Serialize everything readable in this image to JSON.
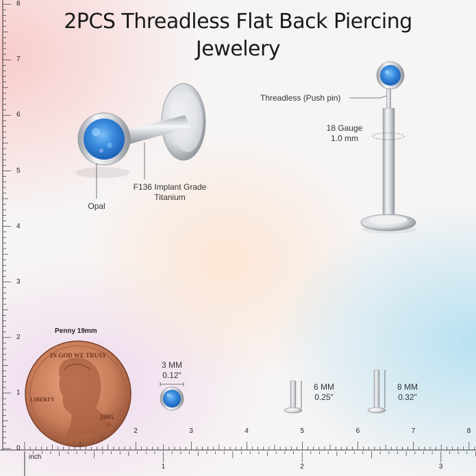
{
  "title_line1": "2PCS Threadless Flat Back Piercing",
  "title_line2": "Jewelery",
  "callouts": {
    "threadless": "Threadless (Push pin)",
    "gauge_line1": "18 Gauge",
    "gauge_line2": "1.0 mm",
    "opal": "Opal",
    "material_line1": "F136 Implant Grade",
    "material_line2": "Titanium"
  },
  "penny": {
    "label": "Penny 19mm",
    "motto": "IN GOD WE TRUST",
    "liberty": "LIBERTY",
    "year": "2005",
    "mint": "D"
  },
  "sizes": [
    {
      "mm": "3 MM",
      "inch": "0.12\""
    },
    {
      "mm": "6 MM",
      "inch": "0.25\""
    },
    {
      "mm": "8 MM",
      "inch": "0.32\""
    }
  ],
  "rulers": {
    "left_cm": [
      "8",
      "7",
      "6",
      "5",
      "4",
      "3",
      "2",
      "1",
      "0"
    ],
    "bottom_cm": [
      "2",
      "3",
      "4",
      "5",
      "6",
      "7",
      "8"
    ],
    "inch_unit": "inch",
    "inch_ticks": [
      "1",
      "2",
      "3"
    ]
  },
  "colors": {
    "opal_blue": "#3d8fe0",
    "metal": "#d6d9dd",
    "penny": "#c97d5a"
  }
}
